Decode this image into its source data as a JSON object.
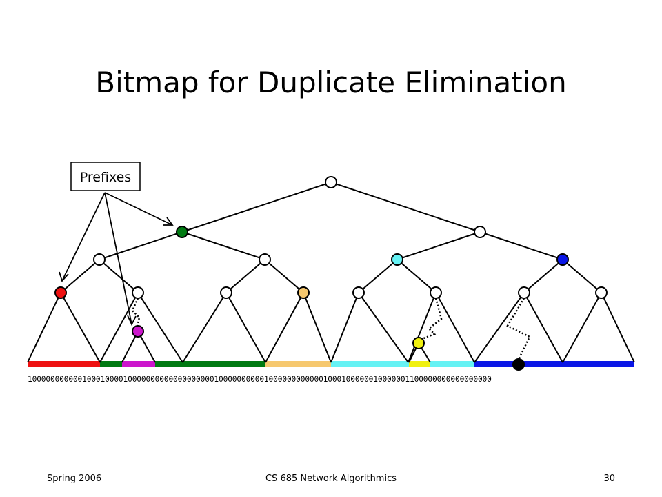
{
  "slide": {
    "title": "Bitmap for Duplicate Elimination",
    "callout_label": "Prefixes",
    "bitmap": "100000000000100010000100000000000000000001000000000010000000000001000100000010000001100000000000000000"
  },
  "footer": {
    "left": "Spring 2006",
    "center": "CS 685 Network Algorithmics",
    "right": "30"
  },
  "colors": {
    "red": "#ee1111",
    "green": "#007a12",
    "magenta": "#cc16cc",
    "tan": "#f6c86e",
    "cyan": "#66f2f4",
    "yellow": "#f0f010",
    "blue": "#0a16e6",
    "black": "#000000",
    "white": "#ffffff"
  }
}
